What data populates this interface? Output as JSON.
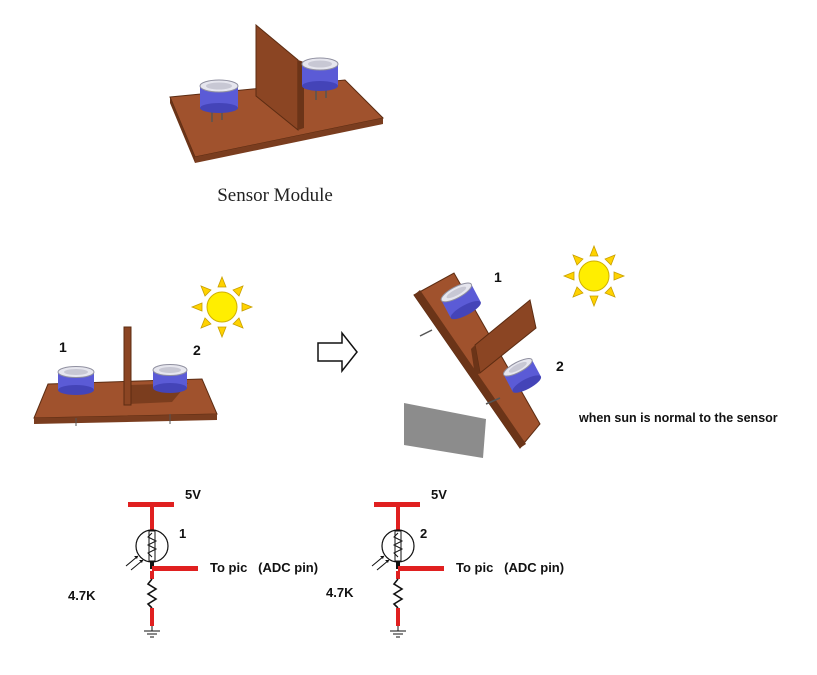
{
  "caption": "Sensor Module",
  "sensor_labels": {
    "left_1": "1",
    "left_2": "2",
    "tilted_1": "1",
    "tilted_2": "2"
  },
  "tilted_note": "when sun is normal to the sensor",
  "circuits": [
    {
      "supply": "5V",
      "ldr_number": "1",
      "output": "To pic   (ADC pin)",
      "resistor": "4.7K"
    },
    {
      "supply": "5V",
      "ldr_number": "2",
      "output": "To pic   (ADC pin)",
      "resistor": "4.7K"
    }
  ],
  "colors": {
    "wood": "#a0522d",
    "wood_dark": "#7a3d1f",
    "wood_edge": "#5c2c12",
    "sensor_blue": "#5b5bd6",
    "sensor_top": "#e6e6ee",
    "sun_fill": "#ffee00",
    "sun_ray": "#ffd200",
    "wire_red": "#e02020",
    "shadow_plate": "#8c8c8c"
  },
  "icons": [
    "sun-icon",
    "arrow-right-icon",
    "ldr-icon",
    "resistor-icon",
    "ground-icon"
  ]
}
